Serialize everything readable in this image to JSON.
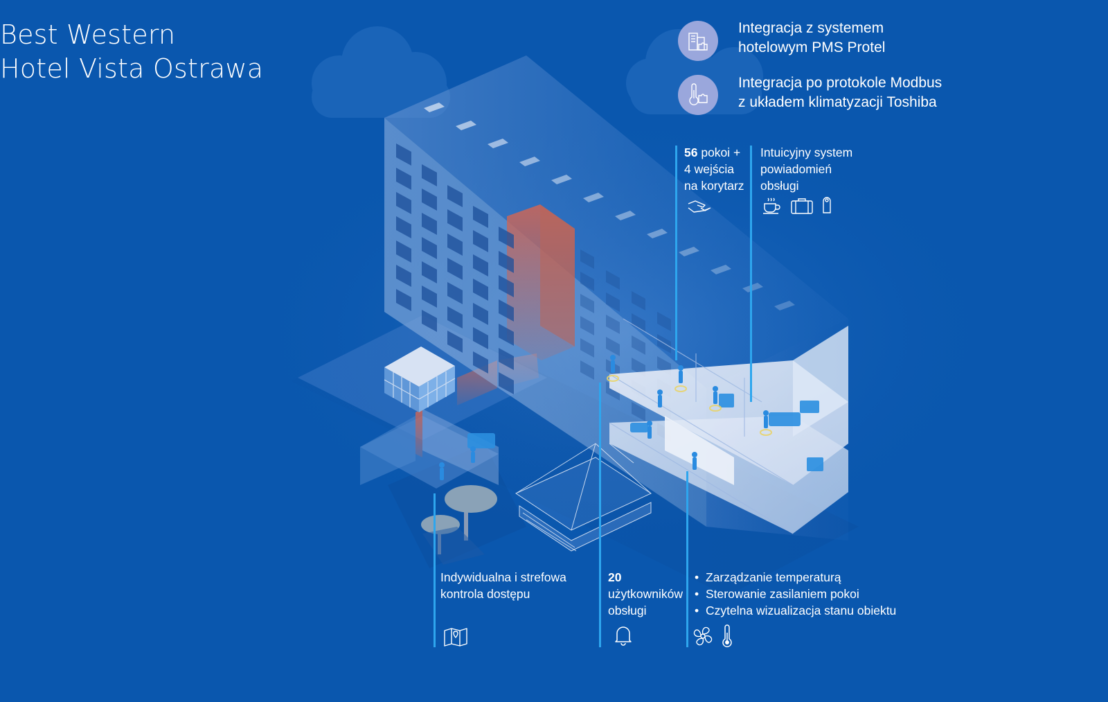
{
  "colors": {
    "background": "#0a57ae",
    "accent_line": "#2ea6ee",
    "icon_circle": "#9aa7dc",
    "highlight_wall": "#c8665a"
  },
  "title": {
    "line1": "Best Western",
    "line2": "Hotel Vista Ostrawa"
  },
  "integrations": [
    {
      "icon": "building-puzzle-icon",
      "line1": "Integracja z systemem",
      "line2": "hotelowym PMS Protel"
    },
    {
      "icon": "thermometer-puzzle-icon",
      "line1": "Integracja po protokole Modbus",
      "line2": "z układem klimatyzacji Toshiba"
    }
  ],
  "features": {
    "rooms": {
      "number": "56",
      "line1_rest": " pokoi +",
      "line2": "4 wejścia",
      "line3": "na korytarz",
      "icon": "hand-card-icon"
    },
    "notifications": {
      "line1": "Intuicyjny system",
      "line2": "powiadomień",
      "line3": "obsługi",
      "icons": [
        "coffee-cup-icon",
        "suitcase-icon",
        "door-hanger-icon"
      ]
    },
    "access": {
      "line1": "Indywidualna i strefowa",
      "line2": "kontrola dostępu",
      "icon": "map-pin-icon"
    },
    "users": {
      "number": "20",
      "line2": "użytkowników",
      "line3": "obsługi",
      "icon": "bell-icon"
    },
    "management": {
      "bullets": [
        "Zarządzanie temperaturą",
        "Sterowanie zasilaniem pokoi",
        "Czytelna wizualizacja stanu obiektu"
      ],
      "icons": [
        "fan-icon",
        "thermometer-icon"
      ]
    }
  }
}
